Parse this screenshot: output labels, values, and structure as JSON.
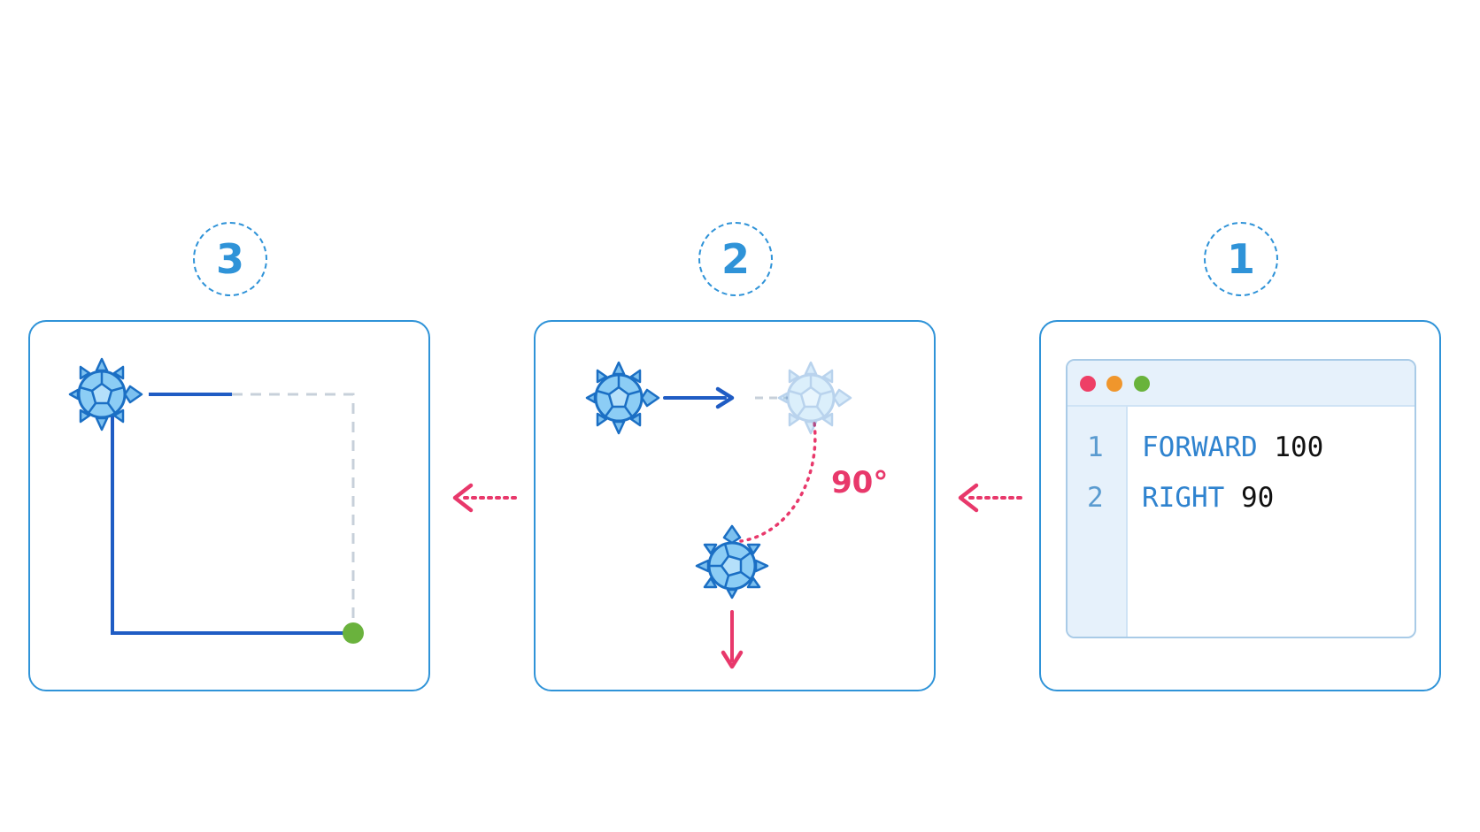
{
  "steps": [
    {
      "number": "3"
    },
    {
      "number": "2"
    },
    {
      "number": "1"
    }
  ],
  "step2": {
    "angle_label": "90°"
  },
  "editor": {
    "window_buttons": [
      "close",
      "minimize",
      "maximize"
    ],
    "lines": [
      {
        "num": "1",
        "keyword": "FORWARD",
        "arg": "100"
      },
      {
        "num": "2",
        "keyword": "RIGHT",
        "arg": "90"
      }
    ]
  },
  "icons": [
    "turtle-icon",
    "arrow-left-icon",
    "arrow-right-icon",
    "arrow-down-icon",
    "turn-arc",
    "end-point-dot"
  ],
  "colors": {
    "accent_blue": "#2f93d8",
    "path_blue": "#1f5cc4",
    "turn_pink": "#e8386b",
    "end_green": "#6ab23d",
    "dot_red": "#ee3f66",
    "dot_orange": "#f0962c",
    "dot_green": "#69b33b",
    "dashed_gray": "#c7d0da"
  }
}
